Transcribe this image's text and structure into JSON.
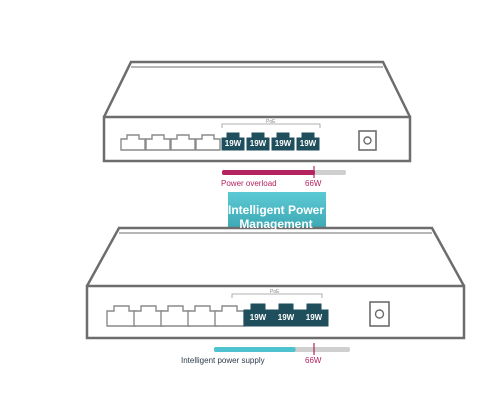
{
  "top_switch": {
    "poe_label": "PoE",
    "port_watts": [
      "19W",
      "19W",
      "19W",
      "19W"
    ],
    "bar_label": "Power overload",
    "bar_limit": "66W",
    "bar_fill_fraction": 0.75
  },
  "arrow": {
    "title": "Intelligent Power Management"
  },
  "bottom_switch": {
    "poe_label": "PoE",
    "port_watts": [
      "19W",
      "19W",
      "19W"
    ],
    "bar_label": "Intelligent power supply",
    "bar_limit": "66W",
    "bar_fill_fraction": 0.6
  },
  "colors": {
    "outline": "#6d6d6d",
    "poe_port": "#1f4e5c",
    "overload": "#b3245e",
    "smart": "#4ec3cf",
    "arrow_top": "#58c8d2",
    "arrow_bottom": "#137c8a"
  }
}
